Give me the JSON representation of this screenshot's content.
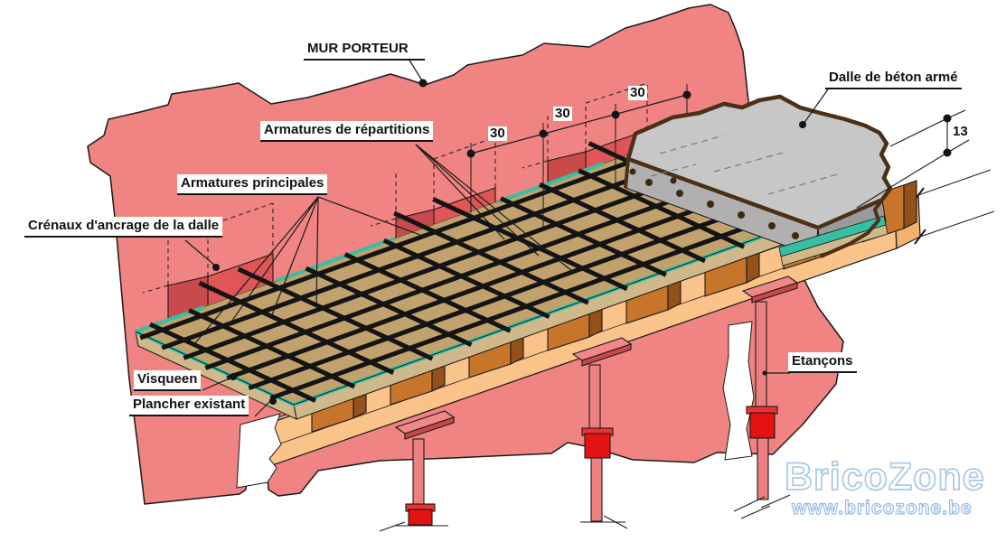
{
  "diagram": {
    "title_label": "MUR PORTEUR",
    "labels": {
      "mur_porteur": "MUR PORTEUR",
      "armatures_repartitions": "Armatures de répartitions",
      "armatures_principales": "Armatures principales",
      "crenaux": "Crénaux d'ancrage de la dalle",
      "visqueen": "Visqueen",
      "plancher_existant": "Plancher existant",
      "dalle_beton": "Dalle de béton armé",
      "etancons": "Etançons"
    },
    "dimensions": {
      "spacing_values": [
        "30",
        "30",
        "30"
      ],
      "thickness_value": "13"
    },
    "watermark": {
      "name": "BricoZone",
      "url": "www.bricozone.be"
    },
    "colors": {
      "wall": "#F08482",
      "pocket_back": "#E05555",
      "pocket_side": "#C94A4A",
      "floor_top": "#C1A26C",
      "floor_edge": "#CFB98B",
      "visqueen_teal": "#35BFA3",
      "rebar": "#141414",
      "joist_front": "#C8752C",
      "joist_side": "#94511A",
      "beam_top": "#FFDCAE",
      "beam_front": "#FAC389",
      "beam_end": "#F2B170",
      "prop_shaft": "#EC8080",
      "prop_collar": "#E51212",
      "slab_top": "#C7C7C7",
      "slab_front": "#B0B0B0",
      "slab_right": "#9A9A9A",
      "slab_torn_outline": "#4A3018",
      "watermark_blue": "#A9C7E8"
    }
  }
}
